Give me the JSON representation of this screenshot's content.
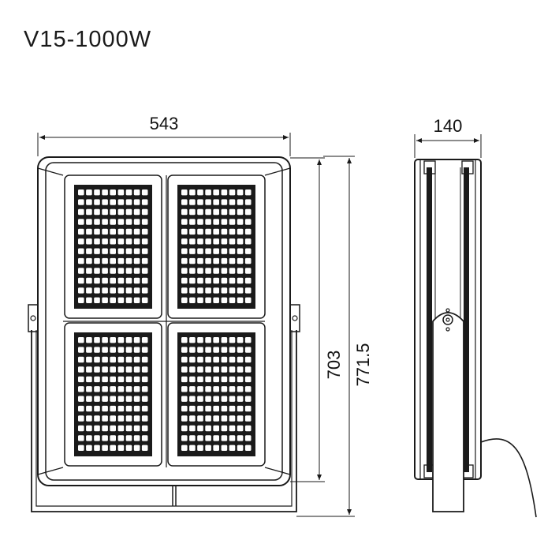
{
  "title": "V15-1000W",
  "dimensions": {
    "width": "543",
    "depth": "140",
    "body_height": "703",
    "total_height": "771.5"
  },
  "colors": {
    "line": "#1a1a1a",
    "background": "#ffffff"
  }
}
